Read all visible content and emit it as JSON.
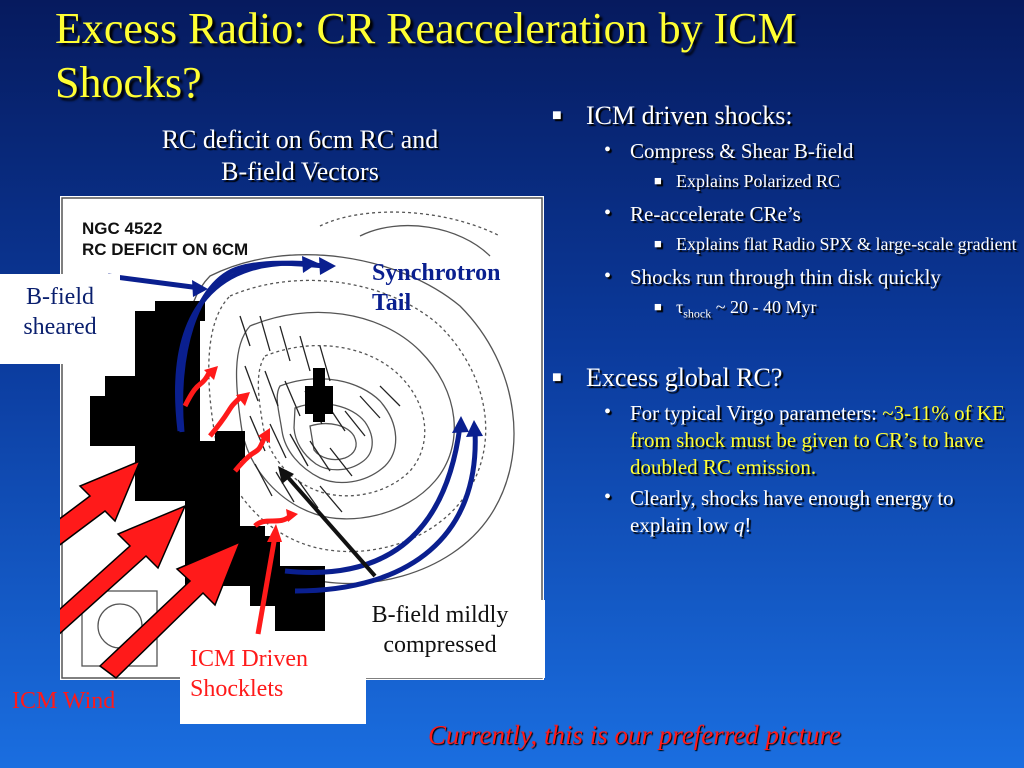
{
  "slide": {
    "title_line1": "Excess Radio: CR Reacceleration by ICM",
    "title_line2": "Shocks?",
    "subtitle_line1": "RC deficit on 6cm RC and",
    "subtitle_line2": "B-field Vectors"
  },
  "figure": {
    "label_line1": "NGC 4522",
    "label_line2": "RC DEFICIT ON 6CM"
  },
  "callouts": {
    "bfield_sheared_line1": "B-field",
    "bfield_sheared_line2": "sheared",
    "synchrotron_line1": "Synchrotron",
    "synchrotron_line2": "Tail",
    "bfield_compressed_line1": "B-field mildly",
    "bfield_compressed_line2": "compressed",
    "shocklets_line1": "ICM Driven",
    "shocklets_line2": "Shocklets",
    "icm_wind": "ICM Wind"
  },
  "bullets": {
    "b1": "ICM driven shocks:",
    "b1_1": "Compress & Shear B-field",
    "b1_1_1": "Explains Polarized RC",
    "b1_2": "Re-accelerate CRe’s",
    "b1_2_1": "Explains flat Radio SPX & large-scale gradient",
    "b1_3": "Shocks run through thin disk quickly",
    "b1_3_1_symbol": "τ",
    "b1_3_1_sub": "shock",
    "b1_3_1_rest": " ~ 20 - 40 Myr",
    "b2": "Excess global RC?",
    "b2_1_plain": "For typical Virgo parameters: ",
    "b2_1_highlight": "~3-11% of KE from shock must be given to CR’s to have doubled RC emission.",
    "b2_2_plain": "Clearly, shocks have enough energy to explain low ",
    "b2_2_q": "q",
    "b2_2_end": "!"
  },
  "closing": "Currently, this is our preferred picture",
  "colors": {
    "title": "#ffff33",
    "arrow_red": "#ff1a1a",
    "arrow_blue": "#0a1f8f",
    "closing": "#ff1a1a"
  }
}
